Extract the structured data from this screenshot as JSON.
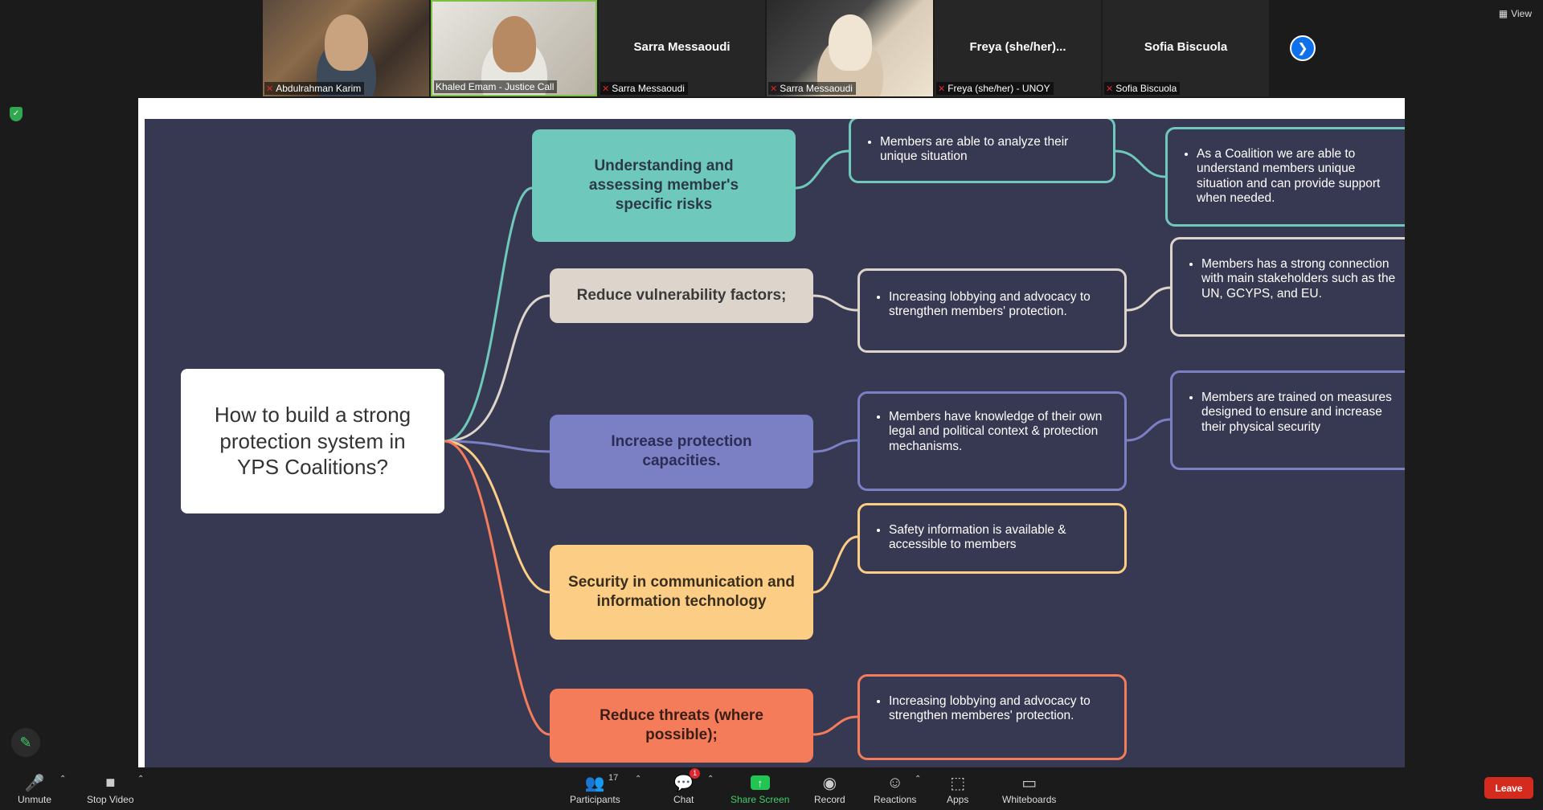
{
  "participants": [
    {
      "kind": "video",
      "label": "Abdulrahman Karim",
      "muted": true
    },
    {
      "kind": "video",
      "label": "Khaled Emam - Justice Call",
      "muted": false,
      "speaking": true
    },
    {
      "kind": "name",
      "display": "Sarra Messaoudi",
      "label": "Sarra Messaoudi",
      "muted": true
    },
    {
      "kind": "video",
      "label": "Sarra Messaoudi",
      "muted": true
    },
    {
      "kind": "name",
      "display": "Freya (she/her)...",
      "label": "Freya (she/her) - UNOY",
      "muted": true
    },
    {
      "kind": "name",
      "display": "Sofia Biscuola",
      "label": "Sofia Biscuola",
      "muted": true
    }
  ],
  "view_label": "View",
  "slide": {
    "root": "How to build a strong protection system in YPS Coalitions?",
    "branches": [
      {
        "label": "Understanding and assessing member's specific risks",
        "color": "#6fc8bc",
        "text_color": "#2c3a48"
      },
      {
        "label": "Reduce vulnerability factors;",
        "color": "#ddd5cc",
        "text_color": "#3a3a3a"
      },
      {
        "label": "Increase protection capacities.",
        "color": "#7b7fc4",
        "text_color": "#2b2d55"
      },
      {
        "label": "Security in communication and information technology",
        "color": "#fccd85",
        "text_color": "#3a2f1e"
      },
      {
        "label": "Reduce threats (where possible);",
        "color": "#f47c5a",
        "text_color": "#3a1e16"
      }
    ],
    "details_1": [
      "Members are able to analyze their unique situation",
      "Increasing lobbying and advocacy to strengthen members' protection.",
      "Members have knowledge of their own legal and political context & protection mechanisms.",
      "Safety information is available & accessible to members",
      "Increasing lobbying and advocacy to strengthen memberes' protection."
    ],
    "details_2": [
      "As a Coalition we are able to understand members unique situation and can provide support when needed.",
      "Members has a strong connection with main stakeholders such as the UN, GCYPS, and EU.",
      "Members are trained on measures designed to ensure and increase their physical security"
    ]
  },
  "toolbar": {
    "unmute": "Unmute",
    "stop_video": "Stop Video",
    "participants": "Participants",
    "participants_count": "17",
    "chat": "Chat",
    "chat_badge": "1",
    "share_screen": "Share Screen",
    "record": "Record",
    "reactions": "Reactions",
    "apps": "Apps",
    "whiteboards": "Whiteboards",
    "leave": "Leave"
  }
}
